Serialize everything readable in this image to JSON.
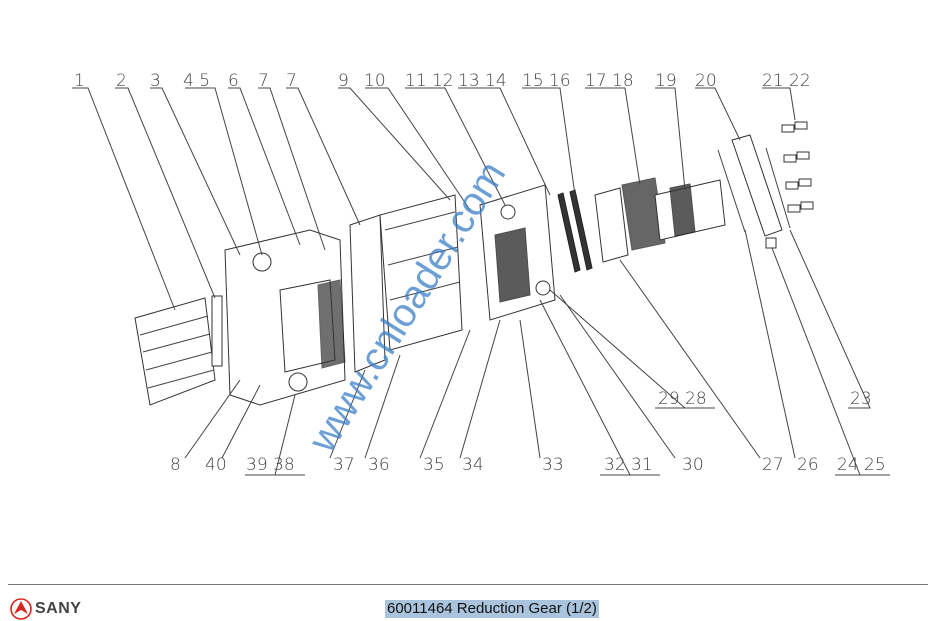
{
  "footer": {
    "brand": "SANY",
    "caption": "60011464 Reduction Gear (1/2)"
  },
  "watermark": "www.cnloader.com",
  "callouts_top": [
    "1",
    "2",
    "3",
    "4 5",
    "6",
    "7",
    "7",
    "9",
    "10",
    "11 12",
    "13 14",
    "15 16",
    "17 18",
    "19",
    "20",
    "21 22"
  ],
  "callouts_right": [
    "29 28",
    "23"
  ],
  "callouts_bottom": [
    "8",
    "40",
    "39 38",
    "37",
    "36",
    "35",
    "34",
    "33",
    "32 31",
    "30",
    "27",
    "26",
    "24 25"
  ]
}
